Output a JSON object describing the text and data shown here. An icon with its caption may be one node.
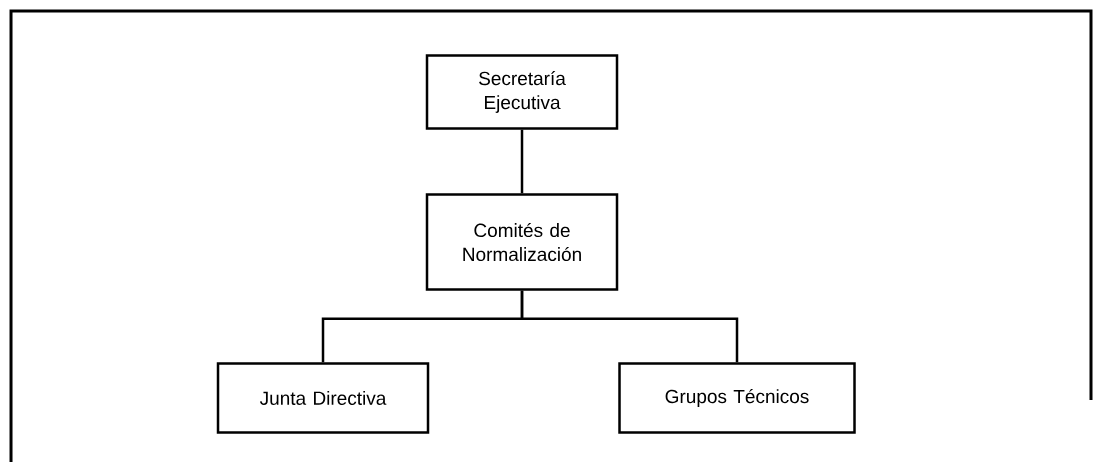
{
  "diagram": {
    "nodes": [
      {
        "text": [
          "Secretaría Ejecutiva"
        ]
      },
      {
        "text": [
          "Comités de Normalización"
        ]
      },
      {
        "text": [
          "Junta Directiva"
        ]
      },
      {
        "text": [
          "Grupos Técnicos"
        ]
      }
    ],
    "edges": [
      {
        "from": 0,
        "to": 1,
        "arrow": "none"
      },
      {
        "from": 1,
        "to": 2,
        "arrow": "none"
      },
      {
        "from": 1,
        "to": 3,
        "arrow": "none"
      }
    ]
  }
}
